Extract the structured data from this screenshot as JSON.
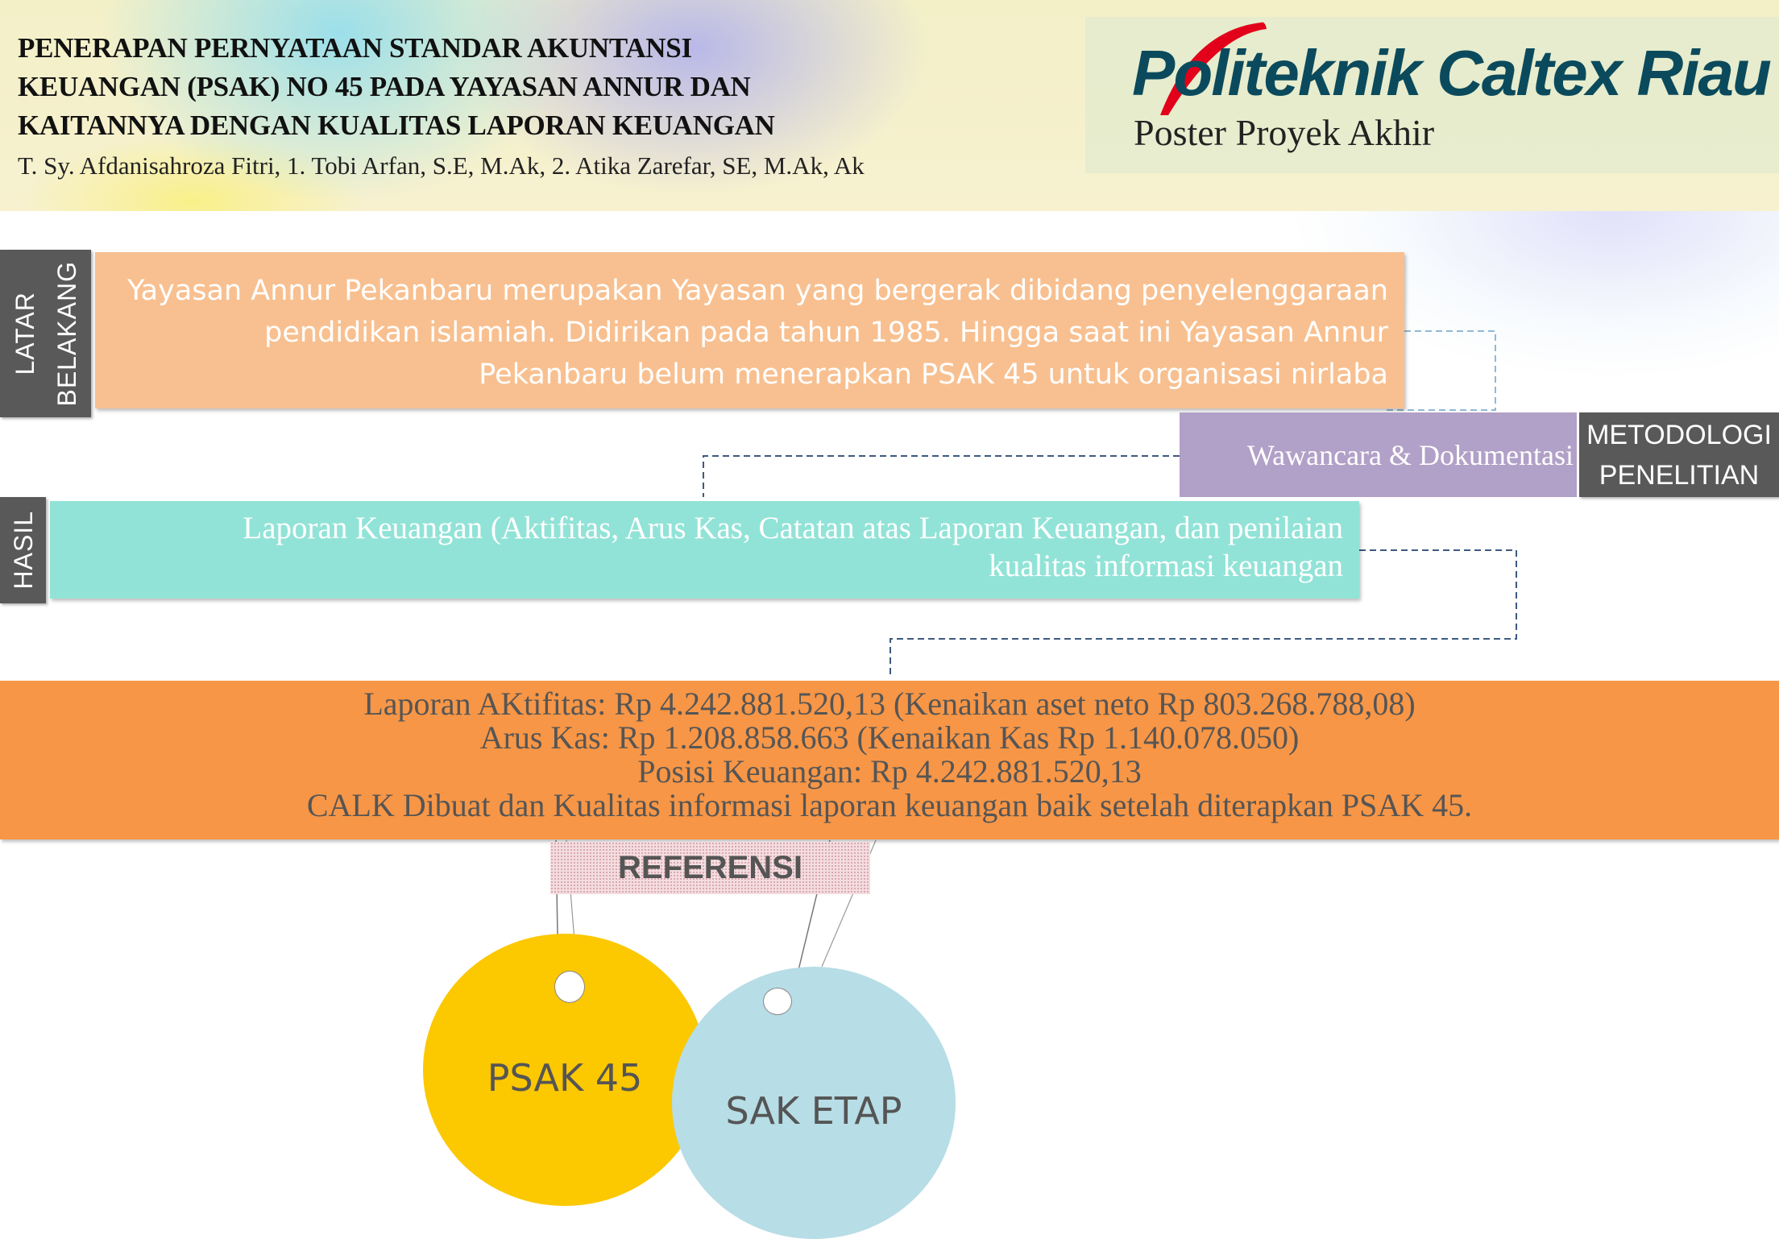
{
  "header": {
    "title_lines": [
      "PENERAPAN PERNYATAAN STANDAR AKUNTANSI",
      "KEUANGAN (PSAK) NO 45 PADA YAYASAN ANNUR DAN",
      "KAITANNYA DENGAN KUALITAS LAPORAN KEUANGAN"
    ],
    "authors": "T. Sy. Afdanisahroza Fitri, 1. Tobi Arfan, S.E, M.Ak, 2. Atika Zarefar, SE, M.Ak, Ak",
    "logo_name": "Politeknik Caltex Riau",
    "logo_subtitle": "Poster Proyek Akhir"
  },
  "latar_belakang": {
    "tab_lines": [
      "LATAR",
      "BELAKANG"
    ],
    "lines": [
      "Yayasan Annur Pekanbaru merupakan Yayasan yang bergerak dibidang penyelenggaraan",
      "pendidikan islamiah. Didirikan pada tahun 1985. Hingga saat ini Yayasan Annur",
      "Pekanbaru belum menerapkan PSAK 45 untuk organisasi nirlaba"
    ]
  },
  "metodologi": {
    "tab_lines": [
      "METODOLOGI",
      "PENELITIAN"
    ],
    "text": "Wawancara & Dokumentasi"
  },
  "hasil": {
    "tab": "HASIL",
    "lines": [
      "Laporan Keuangan (Aktifitas, Arus Kas, Catatan atas Laporan Keuangan, dan penilaian",
      "kualitas informasi keuangan"
    ]
  },
  "results": {
    "lines": [
      "Laporan AKtifitas: Rp 4.242.881.520,13 (Kenaikan aset neto Rp 803.268.788,08)",
      "Arus Kas: Rp 1.208.858.663 (Kenaikan Kas Rp 1.140.078.050)",
      "Posisi Keuangan: Rp 4.242.881.520,13",
      "CALK Dibuat dan Kualitas informasi laporan keuangan baik setelah diterapkan PSAK 45."
    ]
  },
  "referensi": {
    "label": "REFERENSI",
    "tags": [
      "PSAK 45",
      "SAK ETAP"
    ]
  },
  "colors": {
    "latar": "#f8c090",
    "metode": "#b1a0c7",
    "hasil": "#92e3d7",
    "result": "#f79646",
    "tag1": "#fcc800",
    "tag2": "#b7dde6",
    "tab": "#595959"
  }
}
